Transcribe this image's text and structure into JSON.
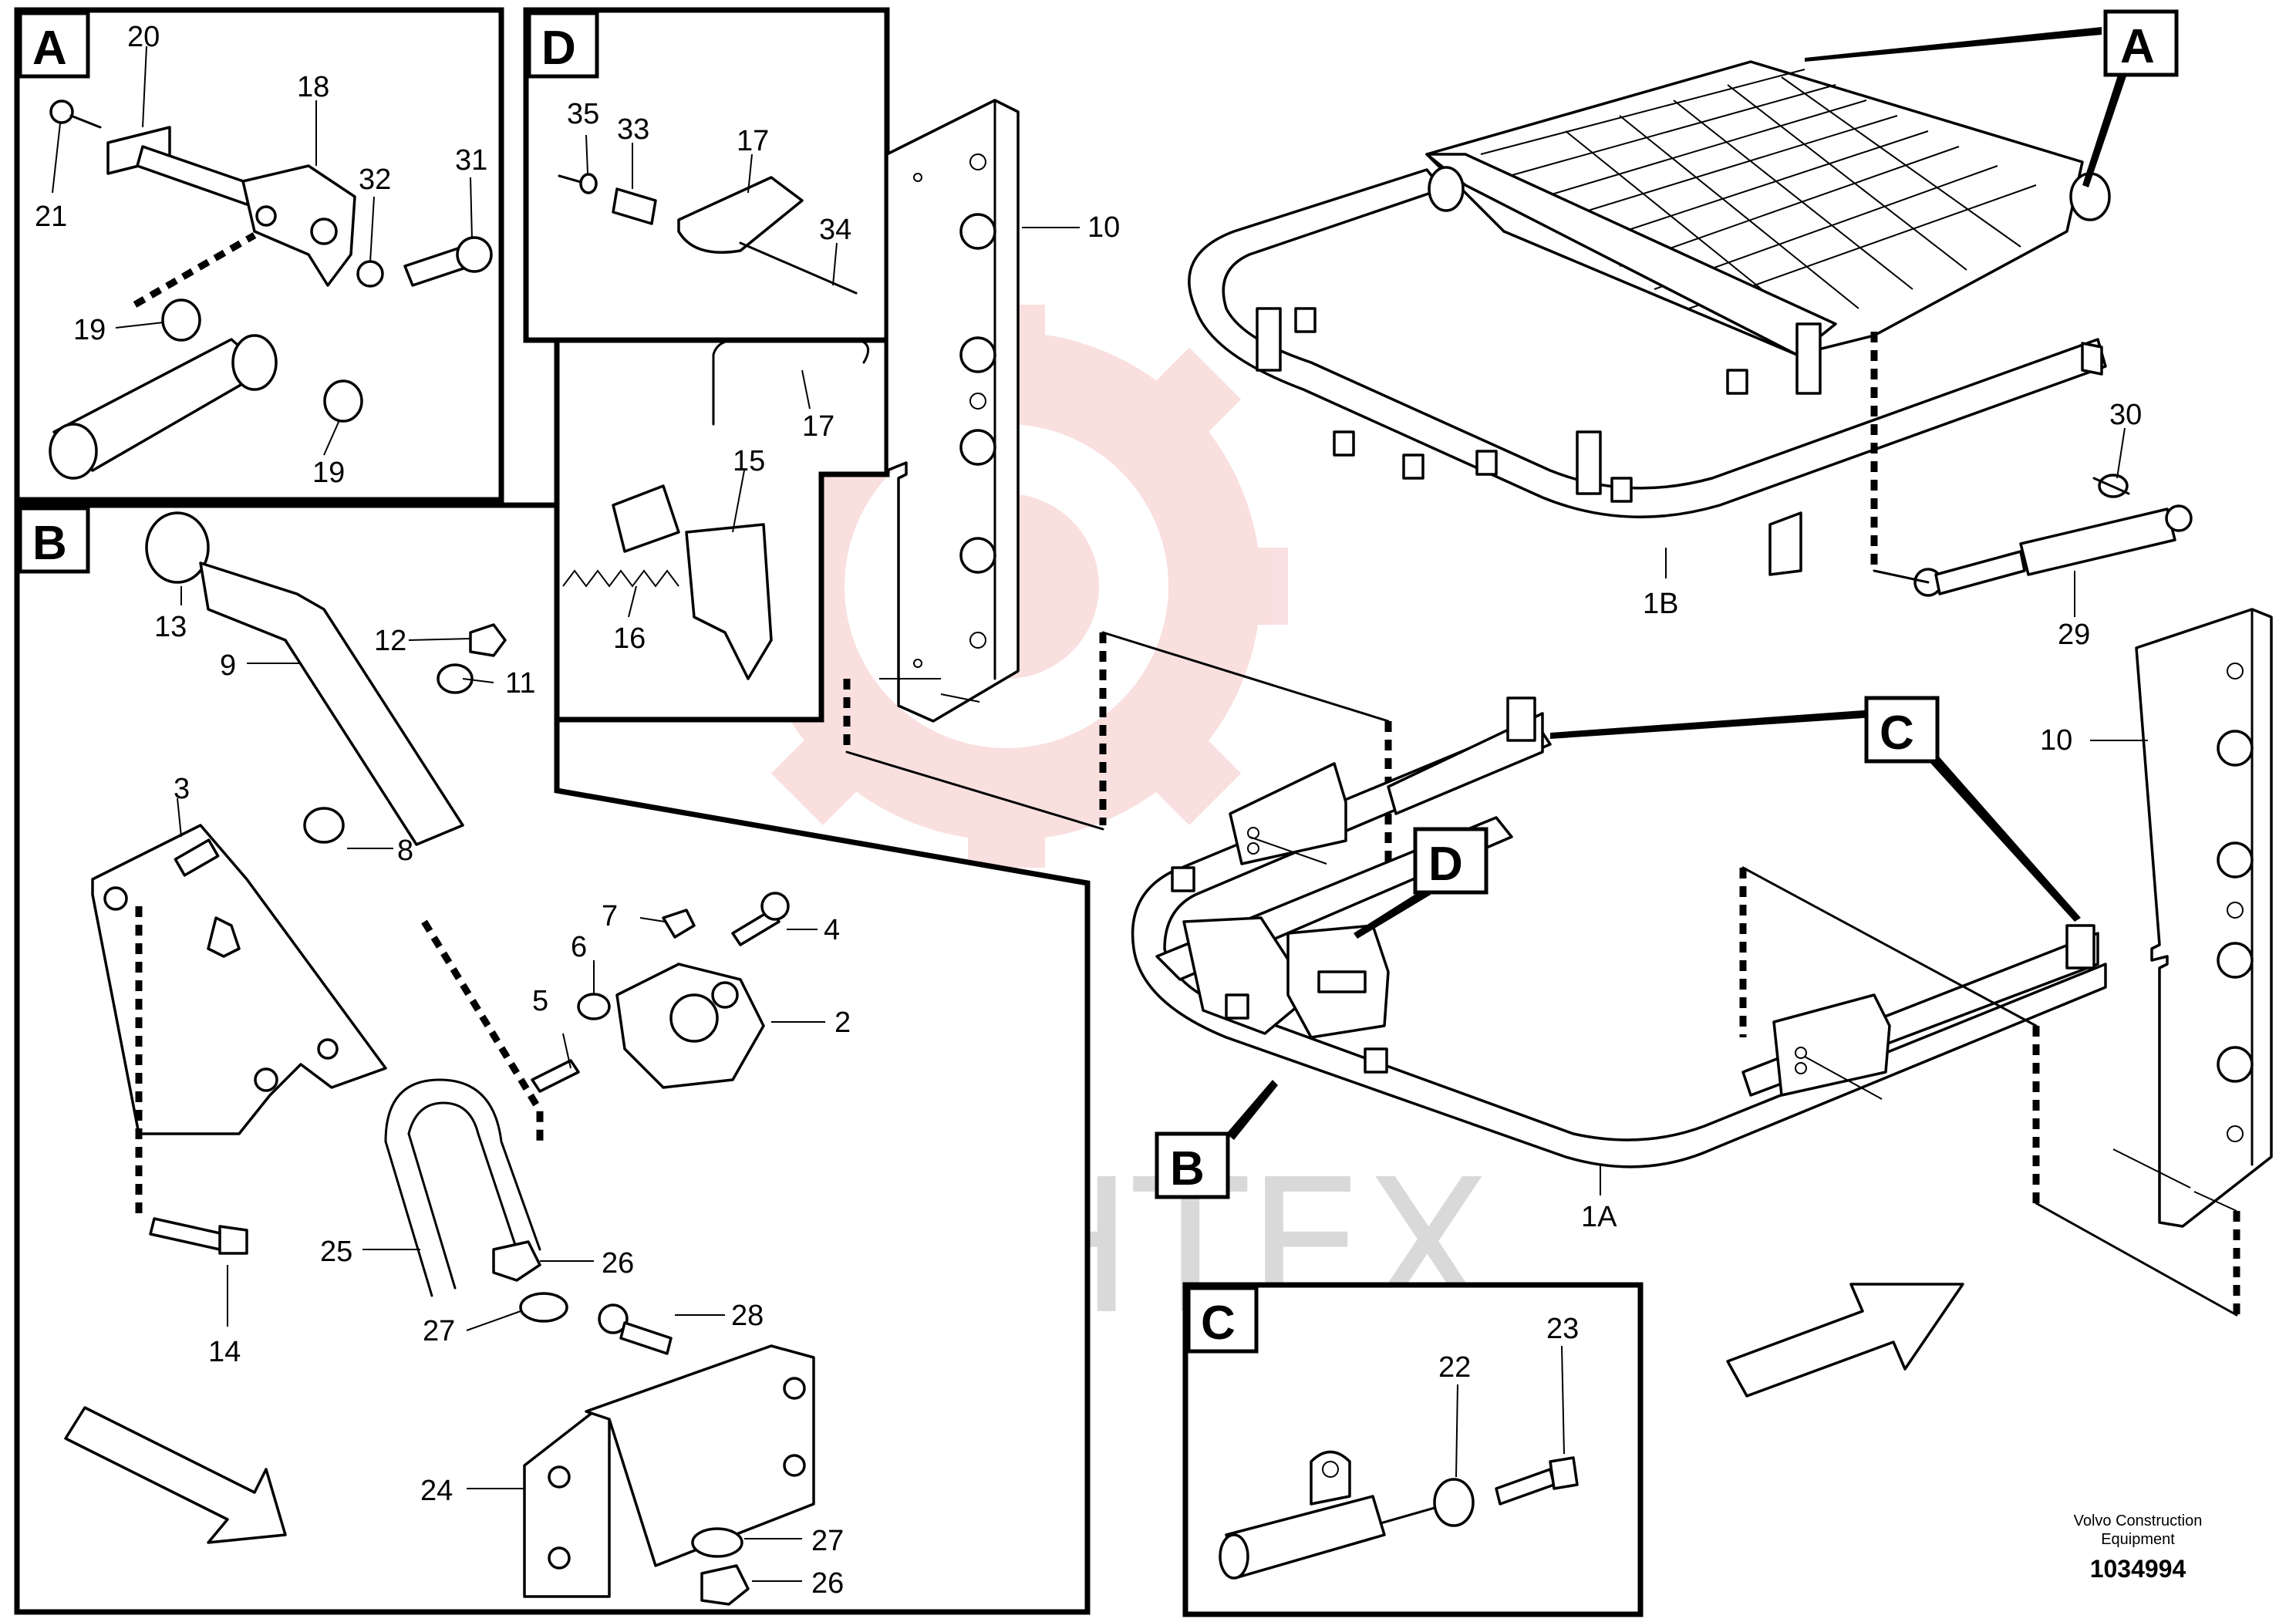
{
  "panel_letters": {
    "A": "A",
    "B": "B",
    "C": "C",
    "D": "D"
  },
  "callouts": {
    "A": "A",
    "B": "B",
    "C": "C",
    "D": "D"
  },
  "parts": {
    "p1A": "1A",
    "p1B": "1B",
    "p2": "2",
    "p3": "3",
    "p4": "4",
    "p5": "5",
    "p6": "6",
    "p7": "7",
    "p8": "8",
    "p9": "9",
    "p10a": "10",
    "p10b": "10",
    "p11": "11",
    "p12": "12",
    "p13": "13",
    "p14": "14",
    "p15": "15",
    "p16": "16",
    "p17a": "17",
    "p17b": "17",
    "p18": "18",
    "p19a": "19",
    "p19b": "19",
    "p20": "20",
    "p21": "21",
    "p22": "22",
    "p23": "23",
    "p24": "24",
    "p25": "25",
    "p26a": "26",
    "p26b": "26",
    "p27a": "27",
    "p27b": "27",
    "p28": "28",
    "p29": "29",
    "p30": "30",
    "p31": "31",
    "p32": "32",
    "p33": "33",
    "p34": "34",
    "p35": "35"
  },
  "watermark": "ИНТЕХ",
  "footer": {
    "company_line1": "Volvo Construction",
    "company_line2": "Equipment",
    "drawing_number": "1034994"
  },
  "colors": {
    "line": "#000000",
    "watermark_logo": "#f6c6c6",
    "watermark_text": "#d9d9d9"
  }
}
